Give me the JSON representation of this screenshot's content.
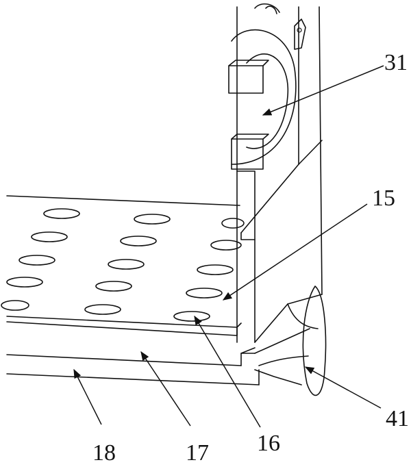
{
  "labels": {
    "l31": "31",
    "l15": "15",
    "l41": "41",
    "l16": "16",
    "l17": "17",
    "l18": "18"
  }
}
